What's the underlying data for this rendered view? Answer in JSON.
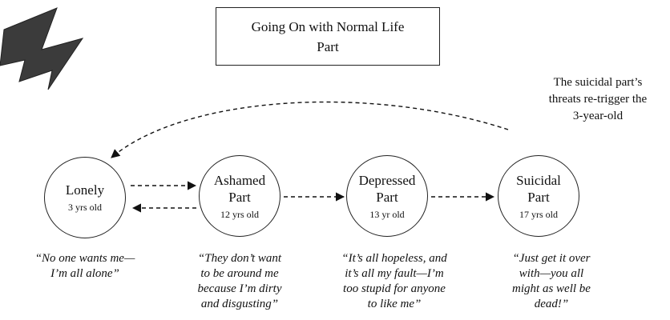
{
  "header": {
    "line1": "Going On with Normal Life",
    "line2": "Part"
  },
  "annotation": {
    "line1": "The suicidal part’s",
    "line2": "threats re-trigger the",
    "line3": "3-year-old"
  },
  "nodes": [
    {
      "name_line1": "Lonely",
      "name_line2": "",
      "age": "3 yrs old",
      "quote": [
        "“No one wants me—",
        "I’m all alone”"
      ]
    },
    {
      "name_line1": "Ashamed",
      "name_line2": "Part",
      "age": "12 yrs old",
      "quote": [
        "“They don’t want",
        "to be around me",
        "because I’m dirty",
        "and disgusting”"
      ]
    },
    {
      "name_line1": "Depressed",
      "name_line2": "Part",
      "age": "13 yr old",
      "quote": [
        "“It’s all hopeless, and",
        "it’s all my fault—I’m",
        "too stupid for anyone",
        "to like me”"
      ]
    },
    {
      "name_line1": "Suicidal",
      "name_line2": "Part",
      "age": "17 yrs old",
      "quote": [
        "“Just get it over",
        "with—you all",
        "might as well be",
        "dead!”"
      ]
    }
  ],
  "icons": {
    "trigger": "lightning-bolt-icon"
  }
}
